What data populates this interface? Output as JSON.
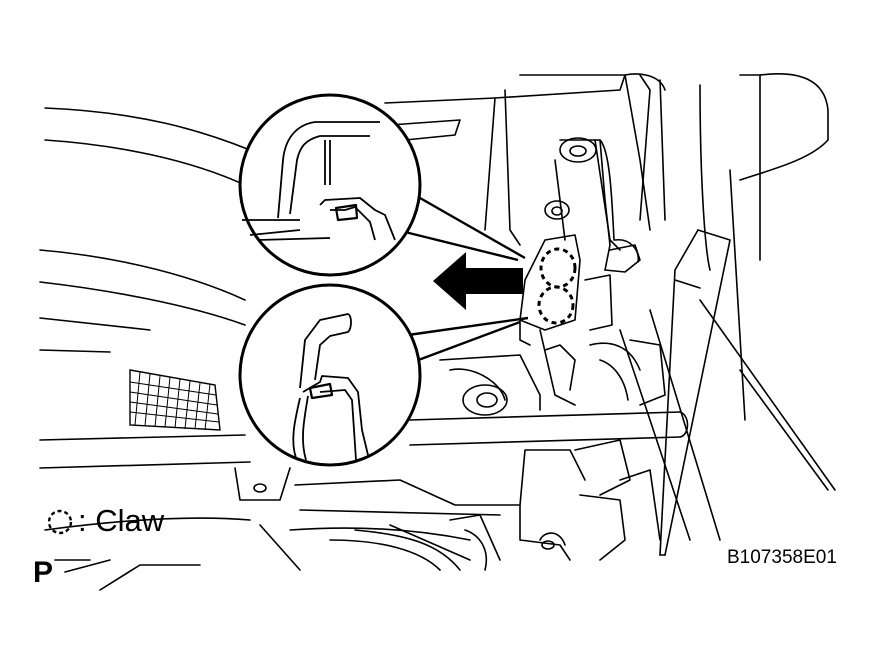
{
  "legend": {
    "symbol": "dashed-circle-icon",
    "text": ": Claw"
  },
  "view_marker": "P",
  "figure_code": "B107358E01",
  "colors": {
    "line": "#000000",
    "background": "#ffffff"
  }
}
